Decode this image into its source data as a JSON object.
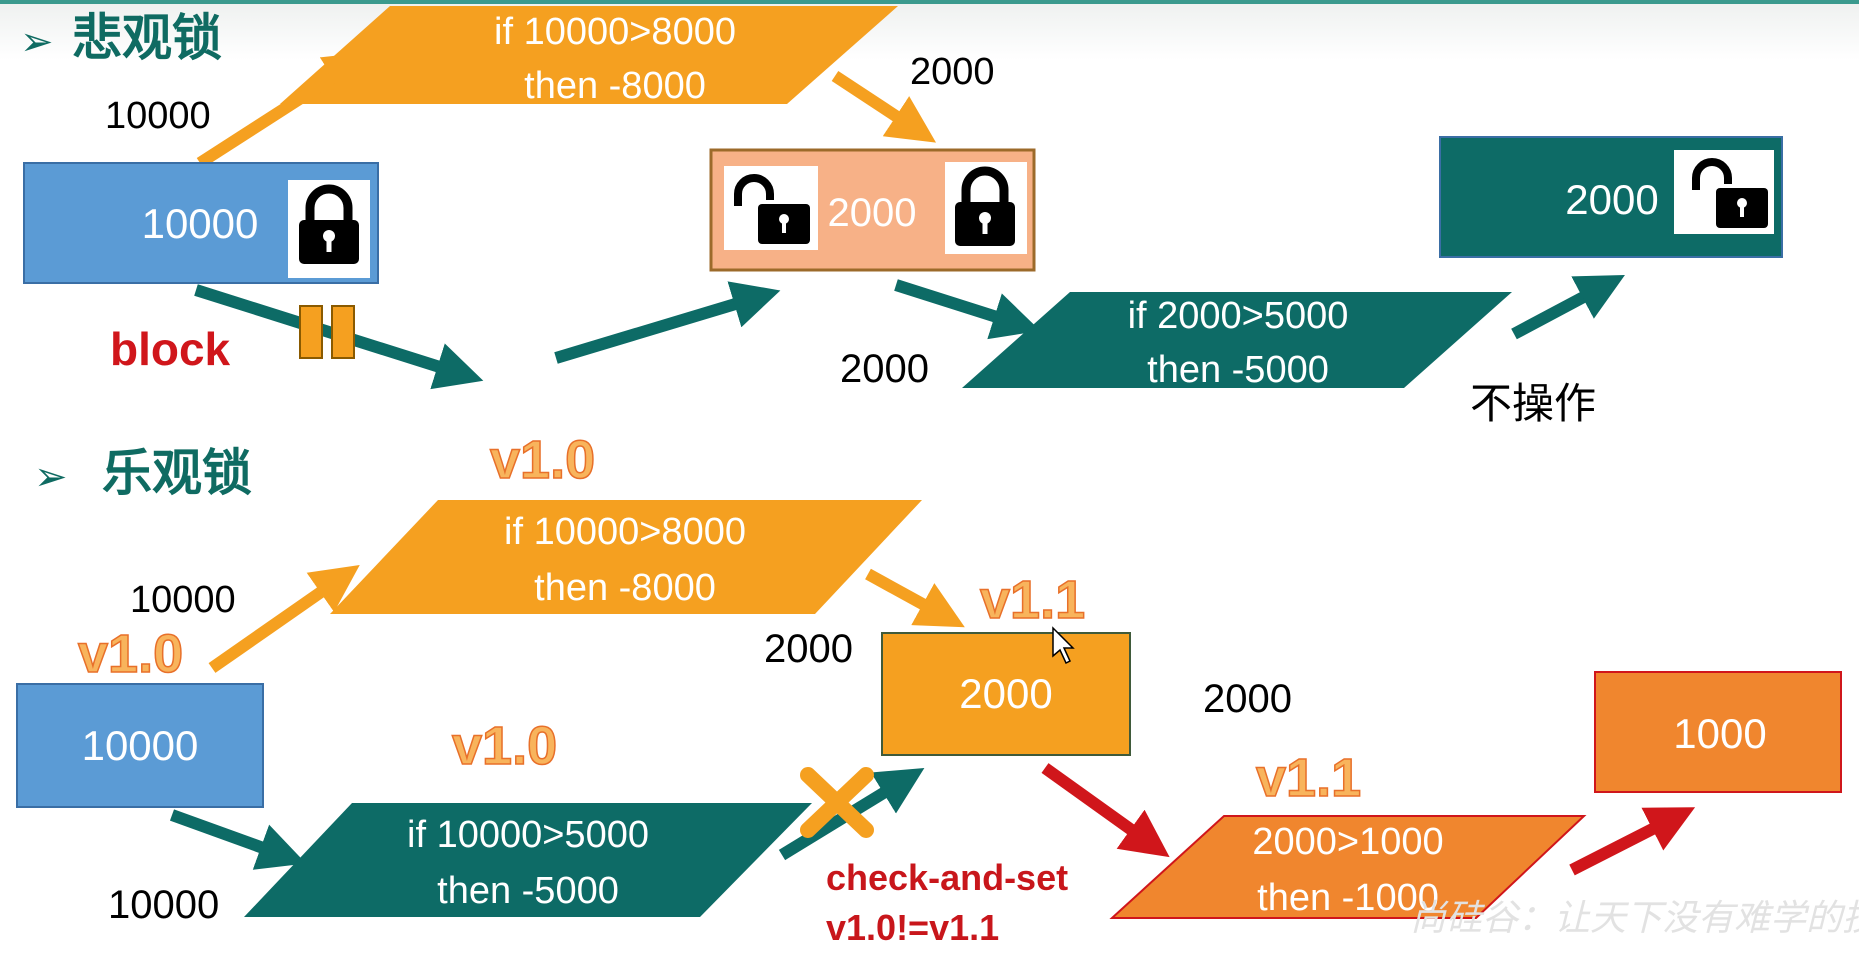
{
  "pessimistic": {
    "heading": "悲观锁",
    "bullet": "➢",
    "read_value": "10000",
    "source_value": "10000",
    "block_label": "block",
    "tx1_line1": "if 10000>8000",
    "tx1_line2": "then -8000",
    "write_value": "2000",
    "mid_value": "2000",
    "read_value_2": "2000",
    "tx2_line1": "if 2000>5000",
    "tx2_line2": "then -5000",
    "final_value": "2000",
    "no_op_label": "不操作"
  },
  "optimistic": {
    "heading": "乐观锁",
    "bullet": "➢",
    "version_top": "v1.0",
    "read_value": "10000",
    "version_source": "v1.0",
    "source_value": "10000",
    "tx1_line1": "if 10000>8000",
    "tx1_line2": "then -8000",
    "version_mid": "v1.1",
    "write_value": "2000",
    "mid_value": "2000",
    "version_tx2": "v1.0",
    "tx2_line1": "if 10000>5000",
    "tx2_line2": "then -5000",
    "read_value_2": "10000",
    "cas_line1": "check-and-set",
    "cas_line2": "v1.0!=v1.1",
    "read_value_3": "2000",
    "version_tx3": "v1.1",
    "tx3_line1": "2000>1000",
    "tx3_line2": "then -1000",
    "final_value": "1000"
  },
  "watermark": "尚硅谷：让天下没有难学的技术",
  "colors": {
    "blue_box": "#5b9bd5",
    "orange": "#f5a020",
    "teal": "#0d6b66",
    "red": "#d0161b",
    "dark_orange": "#f0862e",
    "heading": "#0f6b62",
    "version_text": "#f08a2c"
  }
}
